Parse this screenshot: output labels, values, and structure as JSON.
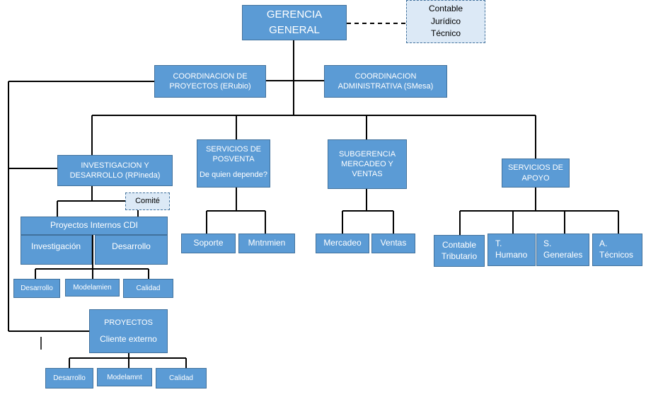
{
  "gerencia": [
    "GERENCIA",
    "GENERAL"
  ],
  "staff": [
    "Contable",
    "Jurídico",
    "Técnico"
  ],
  "coord_proyectos": [
    "COORDINACION DE",
    "PROYECTOS (ERubio)"
  ],
  "coord_admin": [
    "COORDINACION",
    "ADMINISTRATIVA (SMesa)"
  ],
  "investigacion": [
    "INVESTIGACION Y",
    "DESARROLLO (RPineda)"
  ],
  "comite": "Comité",
  "posventa": [
    "SERVICIOS DE",
    "POSVENTA",
    "De quien depende?"
  ],
  "subgerencia": [
    "SUBGERENCIA",
    "MERCADEO Y",
    "VENTAS"
  ],
  "apoyo": [
    "SERVICIOS DE",
    "APOYO"
  ],
  "proyectos_internos": "Proyectos Internos CDI",
  "investigacion_sub": "Investigación",
  "desarrollo_sub": "Desarrollo",
  "cdi_children": [
    "Desarrollo",
    "Modelamien",
    "Calidad"
  ],
  "posventa_children": [
    "Soporte",
    "Mntnmien"
  ],
  "mercadeo_children": [
    "Mercadeo",
    "Ventas"
  ],
  "apoyo_children": [
    [
      "Contable",
      "Tributario"
    ],
    [
      "T.",
      "Humano"
    ],
    [
      "S.",
      "Generales"
    ],
    [
      "A.",
      "Técnicos"
    ]
  ],
  "proyectos": [
    "PROYECTOS",
    "Cliente externo"
  ],
  "proyectos_children": [
    "Desarrollo",
    "Modelamnt",
    "Calidad"
  ],
  "colors": {
    "box_fill": "#5b9bd5",
    "box_border": "#41719c",
    "dashed_fill": "#dce9f6",
    "line": "#000000"
  }
}
